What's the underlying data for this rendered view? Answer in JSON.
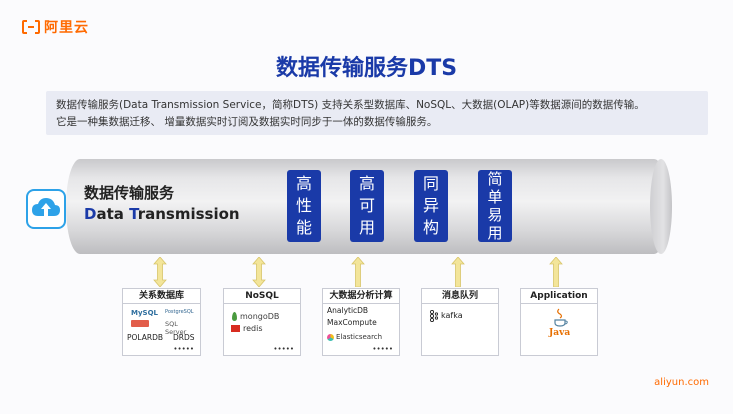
{
  "brand": {
    "logo_text": "阿里云",
    "footer": "aliyun.com",
    "accent": "#ff6a00"
  },
  "title": "数据传输服务DTS",
  "intro": {
    "line1": "数据传输服务(Data Transmission Service，简称DTS) 支持关系型数据库、NoSQL、大数据(OLAP)等数据源间的数据传输。",
    "line2": "它是一种集数据迁移、 增量数据实时订阅及数据实时同步于一体的数据传输服务。"
  },
  "pipe": {
    "title_cn": "数据传输服务",
    "title_en_d": "D",
    "title_en_mid": "ata ",
    "title_en_t": "T",
    "title_en_rest": "ransmission",
    "features": [
      [
        "高",
        "性",
        "能"
      ],
      [
        "高",
        "可",
        "用"
      ],
      [
        "同",
        "异",
        "构"
      ],
      [
        "简",
        "单",
        "易",
        "用"
      ]
    ]
  },
  "sources": [
    {
      "title": "关系数据库",
      "items": [
        "MySQL",
        "PostgreSQL",
        "SQL Server",
        "POLARDB",
        "DRDS"
      ],
      "dots": "•••••"
    },
    {
      "title": "NoSQL",
      "items": [
        "mongoDB",
        "redis"
      ],
      "dots": "•••••"
    },
    {
      "title": "大数据分析计算",
      "items": [
        "AnalyticDB",
        "MaxCompute",
        "Elasticsearch"
      ],
      "dots": "•••••"
    },
    {
      "title": "消息队列",
      "items": [
        "kafka"
      ]
    },
    {
      "title": "Application",
      "items": [
        "Java"
      ]
    }
  ],
  "colors": {
    "primary": "#1a3aa8",
    "arrow": "#f3e59a"
  }
}
